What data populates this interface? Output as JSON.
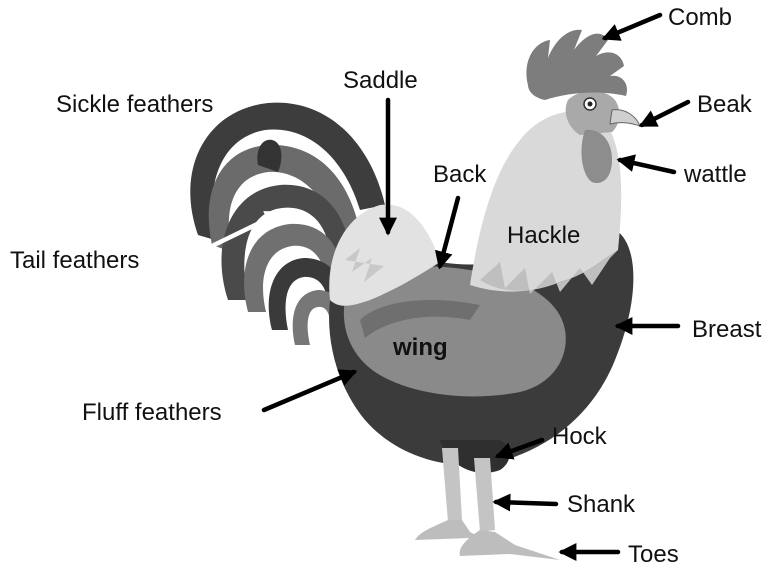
{
  "diagram": {
    "labels": {
      "comb": "Comb",
      "beak": "Beak",
      "wattle": "wattle",
      "saddle": "Saddle",
      "sickle_feathers": "Sickle feathers",
      "back": "Back",
      "hackle": "Hackle",
      "tail_feathers": "Tail feathers",
      "breast": "Breast",
      "wing": "wing",
      "fluff_feathers": "Fluff feathers",
      "hock": "Hock",
      "shank": "Shank",
      "toes": "Toes"
    }
  }
}
